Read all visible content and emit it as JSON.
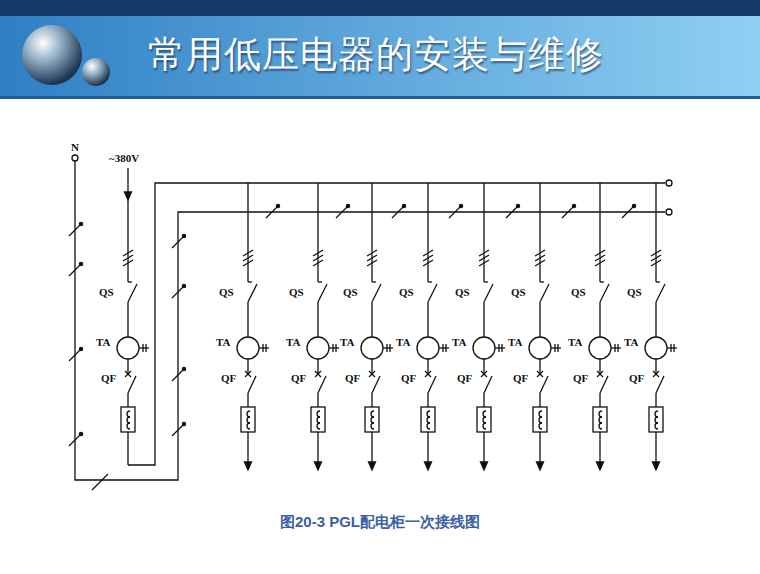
{
  "diagram": {
    "title": "常用低压电器的安装与维修",
    "caption": "图20-3   PGL配电柜一次接线图",
    "labels": [
      "N",
      "~380V",
      "QS",
      "TA",
      "QF",
      "QS",
      "TA",
      "QF",
      "QS",
      "TA",
      "QF",
      "QS",
      "TA",
      "QF",
      "QS",
      "TA",
      "QF",
      "QS",
      "TA",
      "QF",
      "QS",
      "TA",
      "QF",
      "QS",
      "TA",
      "QF",
      "QS",
      "TA",
      "QF"
    ]
  }
}
